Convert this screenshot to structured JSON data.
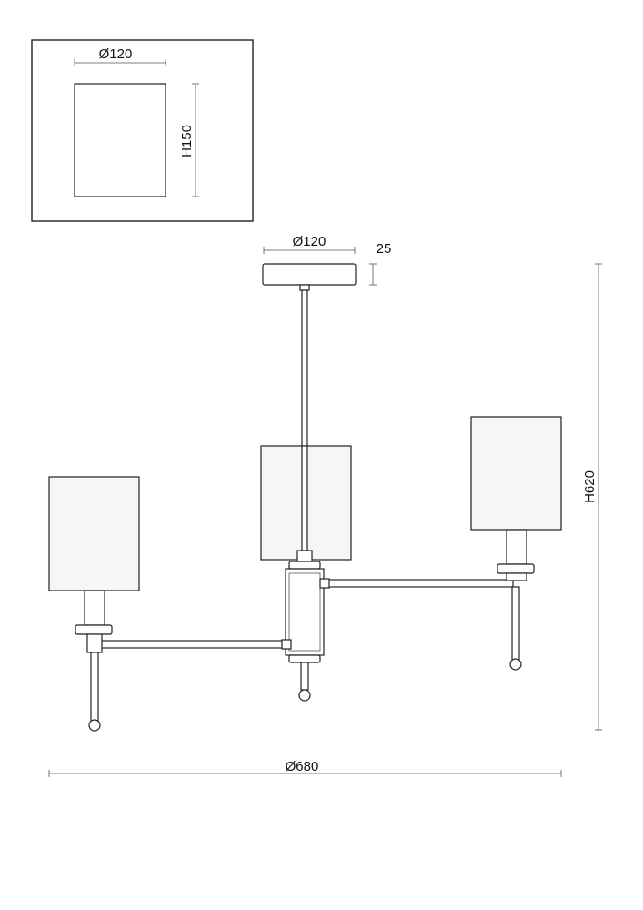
{
  "detail": {
    "shade_diameter_label": "Ø120",
    "shade_height_label": "H150"
  },
  "fixture": {
    "canopy_diameter_label": "Ø120",
    "canopy_height_label": "25",
    "total_height_label": "H620",
    "total_diameter_label": "Ø680"
  }
}
